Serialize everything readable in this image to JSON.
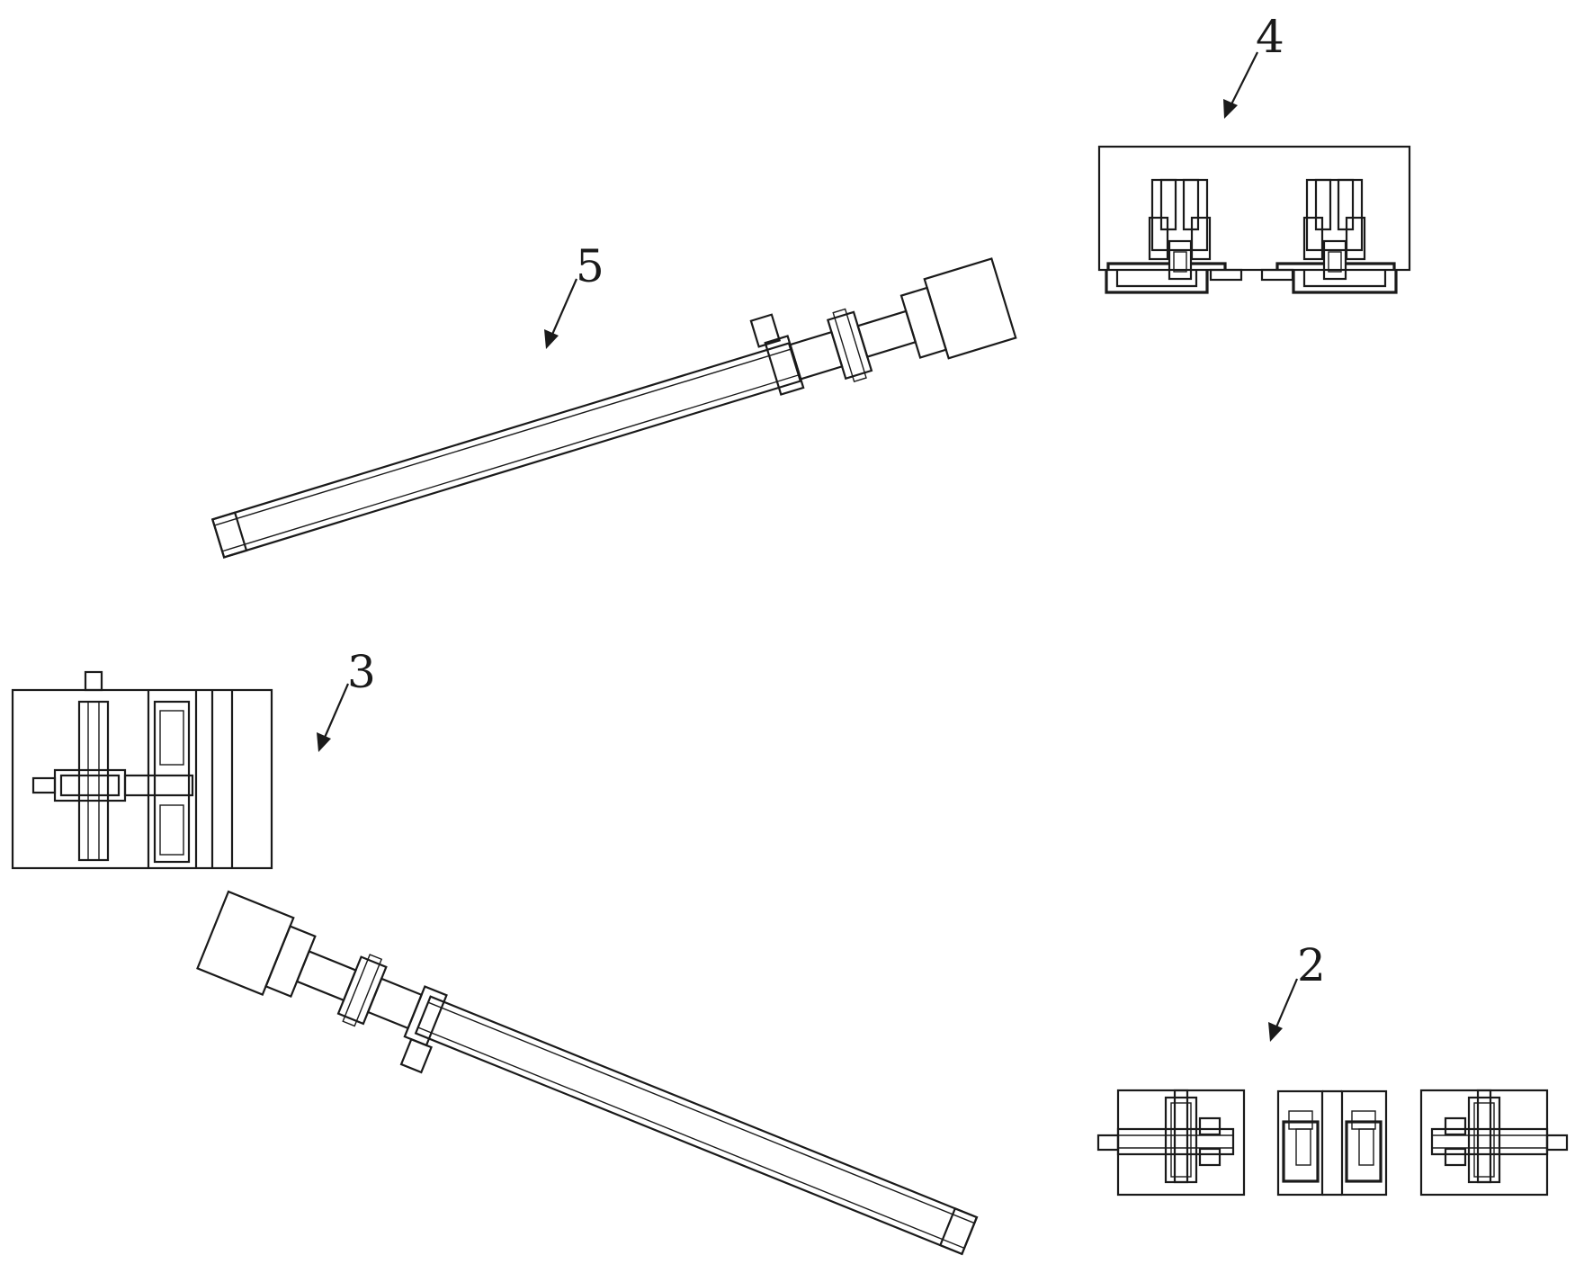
{
  "labels": {
    "part_2": "2",
    "part_3": "3",
    "part_4": "4",
    "part_5": "5"
  },
  "colors": {
    "line": "#1a1a1a",
    "background": "#ffffff"
  }
}
